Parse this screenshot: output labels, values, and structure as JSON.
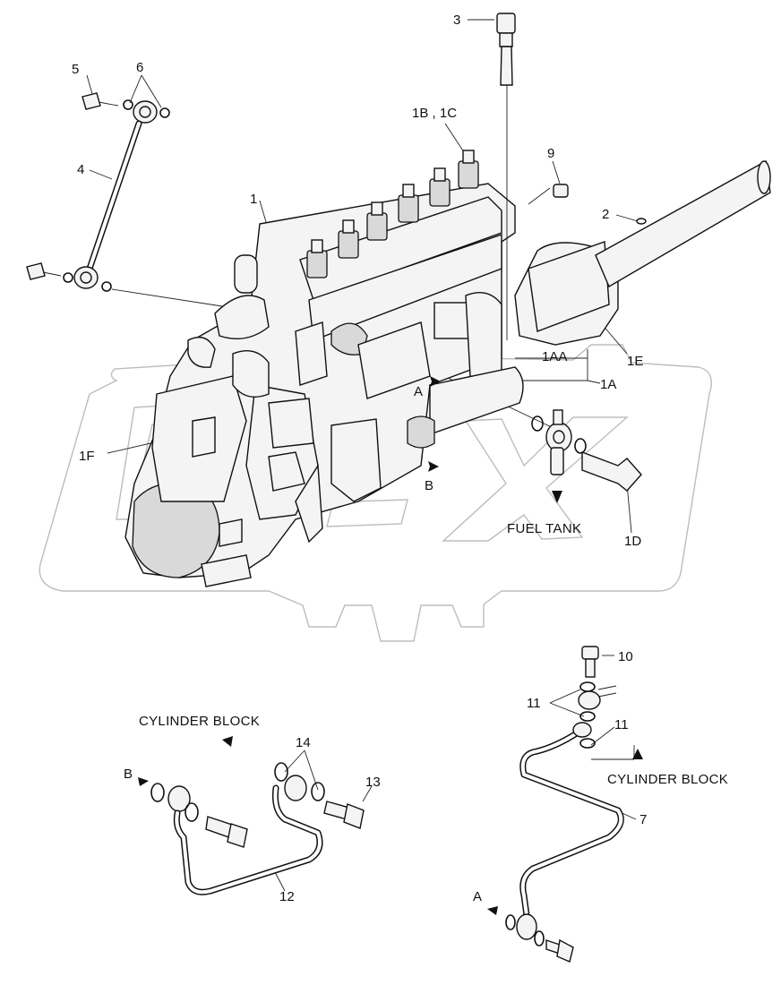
{
  "diagram": {
    "callouts": {
      "c3": "3",
      "c5": "5",
      "c6": "6",
      "c4": "4",
      "c1b1c": "1B , 1C",
      "c9": "9",
      "c1": "1",
      "c2": "2",
      "c1aa": "1AA",
      "c1e": "1E",
      "c1a": "1A",
      "c1f": "1F",
      "c1d": "1D",
      "cA1": "A",
      "cB1": "B",
      "c10": "10",
      "c11a": "11",
      "c11b": "11",
      "c7": "7",
      "c14": "14",
      "c13": "13",
      "c12": "12",
      "cB2": "B",
      "cA2": "A"
    },
    "notes": {
      "fuel_tank": "FUEL TANK",
      "cylinder_block_left": "CYLINDER BLOCK",
      "cylinder_block_right": "CYLINDER BLOCK"
    }
  }
}
